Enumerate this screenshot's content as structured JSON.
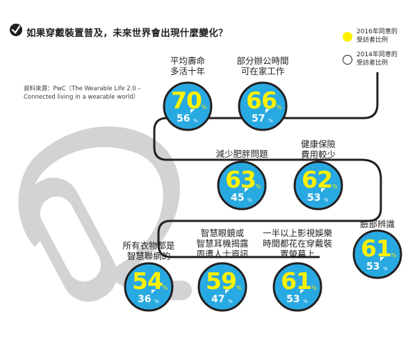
{
  "title": "如果穿戴裝置普及，未來世界會出現什麼變化？",
  "source": [
    "資料來源：PwC（The Wearable Life 2.0 –",
    "Connected living in a wearable world）"
  ],
  "legend": [
    {
      "label": [
        "2016年同意的",
        "受訪者比例"
      ],
      "color": "#fff200"
    },
    {
      "label": [
        "2014年同意的",
        "受訪者比例"
      ],
      "color": "#ffffff"
    }
  ],
  "colors": {
    "circle": "#29a9e1",
    "new_value": "#fff200",
    "old_value": "#ffffff",
    "path": "#231f20",
    "band": "#d1d3d4"
  },
  "percent_sign": "%",
  "chart_data": {
    "type": "table",
    "title": "如果穿戴裝置普及，未來世界會出現什麼變化？",
    "series_names": [
      "2016年同意的受訪者比例",
      "2014年同意的受訪者比例"
    ],
    "items": [
      {
        "label": [
          "平均壽命",
          "多活十年"
        ],
        "v2016": 70,
        "v2014": 56
      },
      {
        "label": [
          "部分辦公時間",
          "可在家工作"
        ],
        "v2016": 66,
        "v2014": 57
      },
      {
        "label": [
          "減少肥胖問題"
        ],
        "v2016": 63,
        "v2014": 45
      },
      {
        "label": [
          "健康保險",
          "費用較少"
        ],
        "v2016": 62,
        "v2014": 53
      },
      {
        "label": [
          "臉部辨識"
        ],
        "v2016": 61,
        "v2014": 53
      },
      {
        "label": [
          "一半以上影視娛樂",
          "時間都花在穿戴裝",
          "置螢幕上"
        ],
        "v2016": 61,
        "v2014": 53
      },
      {
        "label": [
          "智慧眼鏡或",
          "智慧耳機揭露",
          "周遭人士資訊"
        ],
        "v2016": 59,
        "v2014": 47
      },
      {
        "label": [
          "所有衣物都是",
          "智慧聯網的"
        ],
        "v2016": 54,
        "v2014": 36
      }
    ]
  }
}
